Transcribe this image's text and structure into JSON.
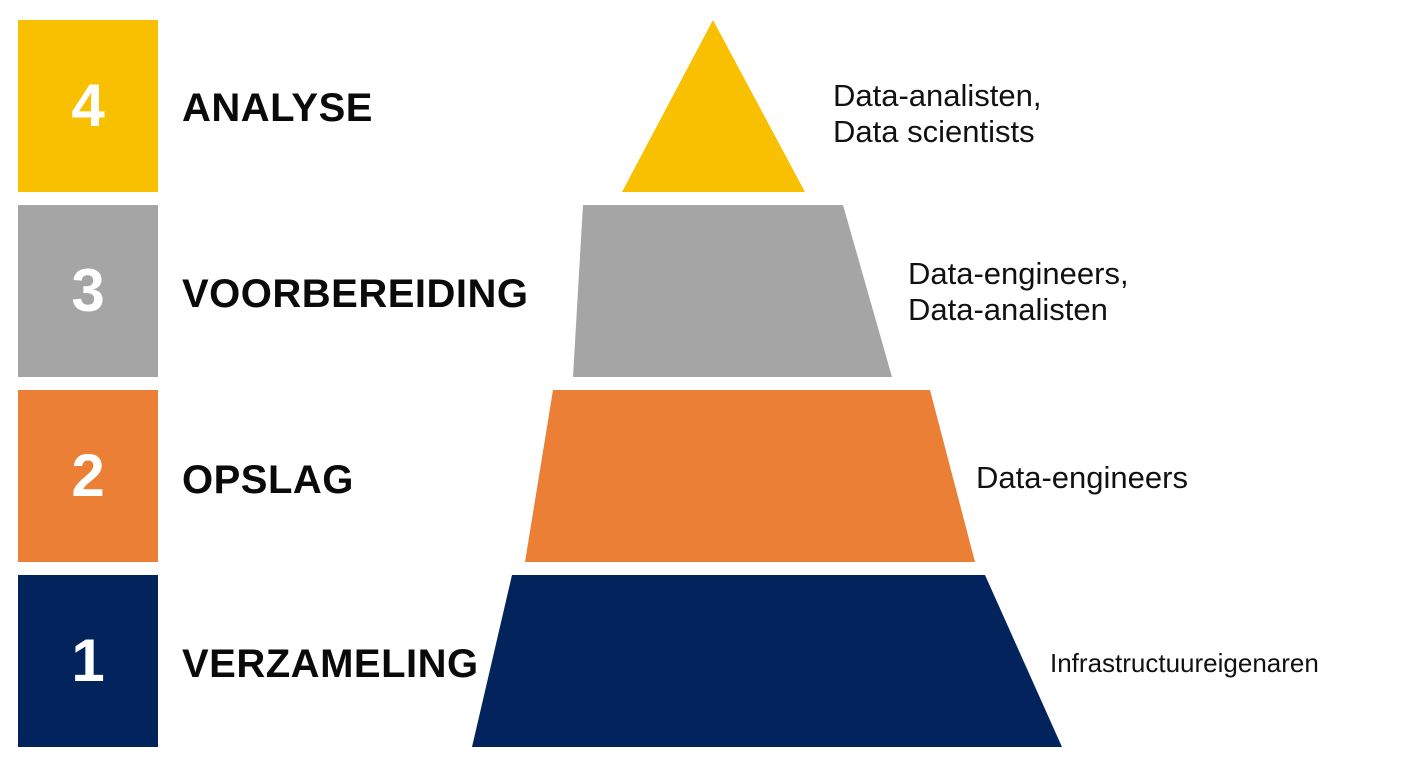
{
  "diagram": {
    "type": "pyramid",
    "levels": [
      {
        "number": "4",
        "stage": "ANALYSE",
        "roles": [
          "Data-analisten,",
          "Data scientists"
        ],
        "color": "#F8C000"
      },
      {
        "number": "3",
        "stage": "VOORBEREIDING",
        "roles": [
          "Data-engineers,",
          "Data-analisten"
        ],
        "color": "#A5A5A5"
      },
      {
        "number": "2",
        "stage": "OPSLAG",
        "roles": [
          "Data-engineers"
        ],
        "color": "#EA7F35"
      },
      {
        "number": "1",
        "stage": "VERZAMELING",
        "roles": [
          "Infrastructuureigenaren"
        ],
        "color": "#03235C"
      }
    ]
  }
}
